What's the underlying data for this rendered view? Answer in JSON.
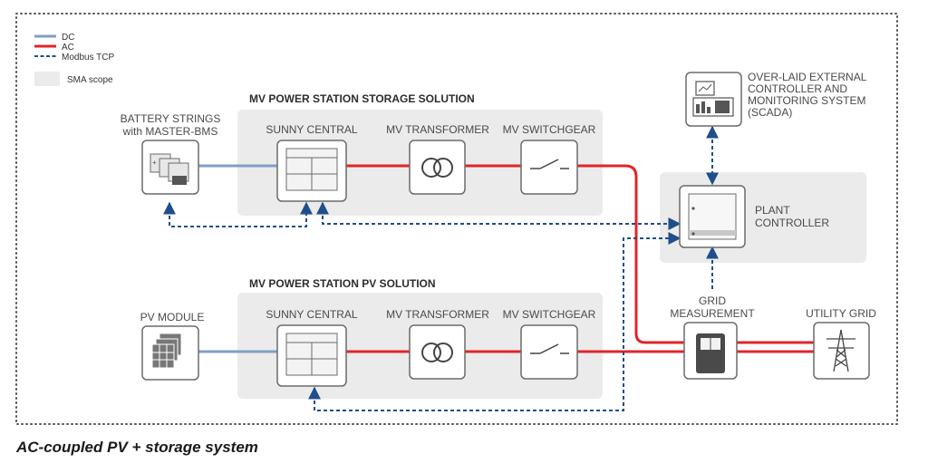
{
  "legend": {
    "dc": "DC",
    "ac": "AC",
    "modbus": "Modbus TCP",
    "scope": "SMA scope"
  },
  "storage_section": {
    "title": "MV POWER STATION STORAGE SOLUTION",
    "sunny_central": "SUNNY CENTRAL",
    "mv_transformer": "MV TRANSFORMER",
    "mv_switchgear": "MV SWITCHGEAR"
  },
  "pv_section": {
    "title": "MV POWER STATION PV SOLUTION",
    "sunny_central": "SUNNY CENTRAL",
    "mv_transformer": "MV TRANSFORMER",
    "mv_switchgear": "MV SWITCHGEAR"
  },
  "battery": {
    "line1": "BATTERY STRINGS",
    "line2": "with MASTER-BMS"
  },
  "pv_module": "PV MODULE",
  "scada": {
    "line1": "OVER-LAID EXTERNAL",
    "line2": "CONTROLLER AND",
    "line3": "MONITORING SYSTEM",
    "line4": "(SCADA)"
  },
  "plant_controller": {
    "line1": "PLANT",
    "line2": "CONTROLLER"
  },
  "grid_measurement": {
    "line1": "GRID",
    "line2": "MEASUREMENT"
  },
  "utility_grid": "UTILITY GRID",
  "caption": "AC-coupled PV + storage system",
  "colors": {
    "dc": "#7f9fc7",
    "ac": "#e0252a",
    "modbus": "#1f4e8c",
    "scope": "#ebebeb",
    "border": "#6b6b6b"
  }
}
